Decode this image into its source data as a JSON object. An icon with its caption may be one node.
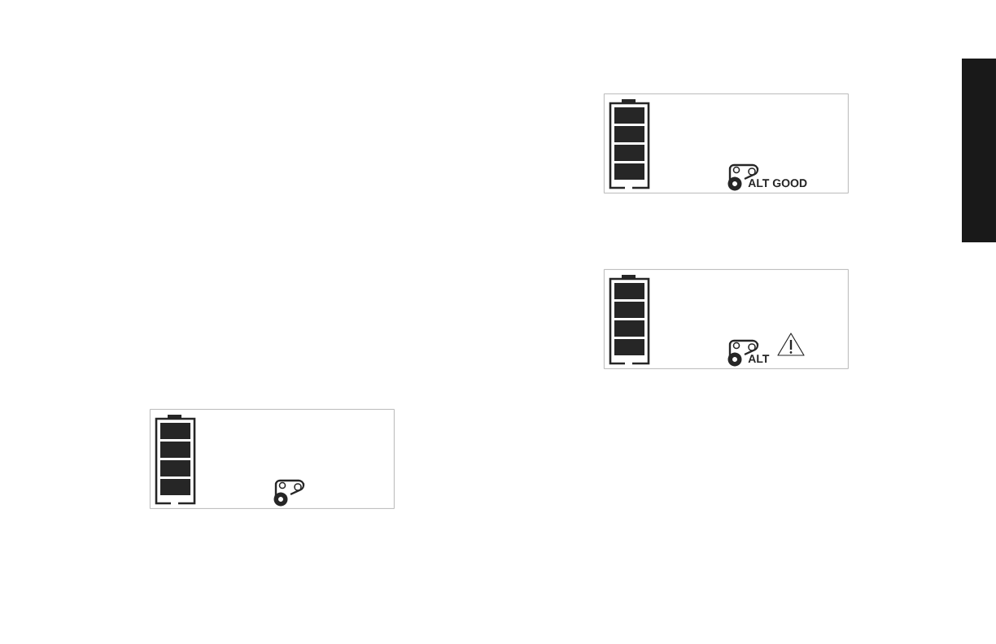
{
  "diagram": {
    "nodes": [
      {
        "text": [
          "ALT GOOD"
        ]
      },
      {
        "text": [
          "ALT"
        ]
      },
      {
        "text": [],
        "shape": "box"
      }
    ]
  }
}
